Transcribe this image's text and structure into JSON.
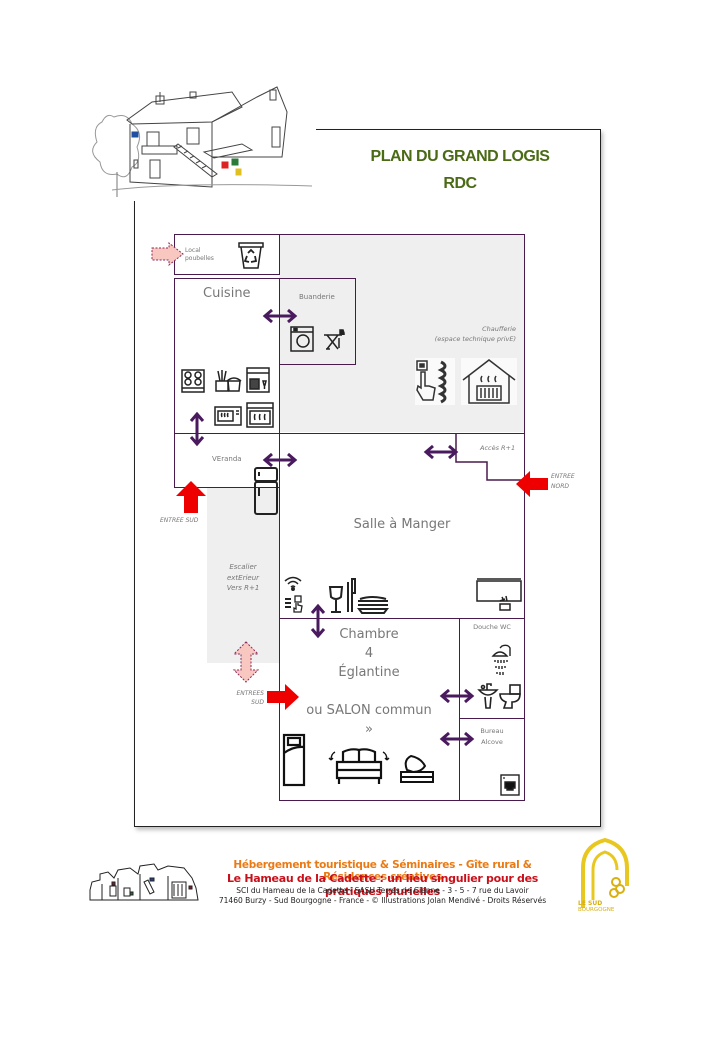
{
  "header": {
    "title_line1": "PLAN DU GRAND LOGIS",
    "title_line2": "RDC",
    "title_color": "#4a6a16"
  },
  "rooms": {
    "local_poubelles": {
      "line1": "Local",
      "line2": "poubelles",
      "icon": "recycle-bin-icon"
    },
    "cuisine": {
      "label": "Cuisine",
      "icons": [
        "gas-stove-icon",
        "cooking-pot-utensils-icon",
        "dishwasher-icon",
        "microwave-icon",
        "oven-icon"
      ]
    },
    "buanderie": {
      "label": "Buanderie",
      "icons": [
        "washing-machine-icon",
        "ironing-board-icon"
      ]
    },
    "chaufferie": {
      "line1": "Chaufferie",
      "line2": "(espace technique privE)",
      "icons": [
        "thermostat-icon",
        "house-heating-icon"
      ]
    },
    "veranda": {
      "label": "VEranda",
      "icons": [
        "refrigerator-icon"
      ]
    },
    "acces": {
      "label": "Accès R+1"
    },
    "salle_a_manger": {
      "label": "Salle à Manger",
      "icons": [
        "wifi-icon",
        "smart-home-icon",
        "dining-tableware-icon",
        "smart-tv-icon"
      ]
    },
    "escalier": {
      "line1": "Escalier",
      "line2": "extErieur",
      "line3": "Vers R+1"
    },
    "chambre": {
      "line1": "Chambre",
      "line2": "4",
      "line3": "Églantine",
      "line4": "ou SALON commun",
      "line5": "»",
      "icons": [
        "single-bed-icon",
        "sofa-bed-icon",
        "bed-linen-icon"
      ]
    },
    "douche_wc": {
      "label": "Douche WC",
      "icons": [
        "shower-icon",
        "sink-icon",
        "toilet-icon"
      ]
    },
    "bureau": {
      "line1": "Bureau",
      "line2": "Alcove",
      "icons": [
        "ethernet-port-icon"
      ]
    }
  },
  "entrances": {
    "sud": "ENTREE SUD",
    "nord_line1": "ENTREE",
    "nord_line2": "NORD",
    "sud2_line1": "ENTREES",
    "sud2_line2": "SUD"
  },
  "colors": {
    "wall": "#4a1a4e",
    "door_arrow": "#4a1a5e",
    "entrance_arrow": "#ee0000",
    "secondary_entrance": "#f8c8c0",
    "grey_zone": "#efefef"
  },
  "footer": {
    "line1": "Hébergement touristique & Séminaires - Gîte rural & Résidences créatives",
    "line2": "Le  Hameau de la Cadette : un lieu singulier pour des pratiques plurielles",
    "line3": "SCI du Hameau de la Cadette - SASU Terres de Cienne  - 3 - 5 - 7 rue du Lavoir",
    "line4": "71460 Burzy - Sud Bourgogne - France - © Illustrations Jolan Mendivé - Droits Réservés",
    "logo_line1": "LE SUD",
    "logo_line2": "BOURGOGNE",
    "logo_color": "#e8c820"
  }
}
